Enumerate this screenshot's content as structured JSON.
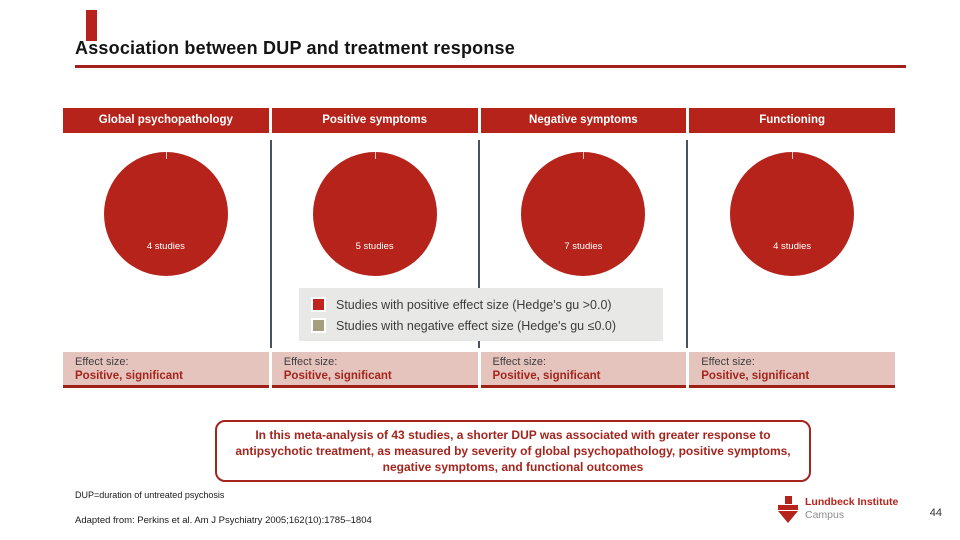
{
  "slide": {
    "title": "Association between DUP and treatment response",
    "page_number": "44"
  },
  "columns": [
    {
      "header": "Global psychopathology",
      "studies": "4 studies",
      "effect_label": "Effect size:",
      "effect_value": "Positive, significant"
    },
    {
      "header": "Positive symptoms",
      "studies": "5 studies",
      "effect_label": "Effect size:",
      "effect_value": "Positive, significant"
    },
    {
      "header": "Negative symptoms",
      "studies": "7 studies",
      "effect_label": "Effect size:",
      "effect_value": "Positive, significant"
    },
    {
      "header": "Functioning",
      "studies": "4 studies",
      "effect_label": "Effect size:",
      "effect_value": "Positive, significant"
    }
  ],
  "legend": {
    "items": [
      {
        "label": "Studies with positive effect size (Hedge's gu >0.0)",
        "color": "#c0251d"
      },
      {
        "label": "Studies with negative effect size (Hedge's gu ≤0.0)",
        "color": "#a49e80"
      }
    ]
  },
  "summary": "In this meta-analysis of 43 studies, a shorter DUP was associated with greater response to antipsychotic treatment, as measured by severity of global psychopathology, positive symptoms, negative symptoms, and functional outcomes",
  "footnotes": {
    "abbreviation": "DUP=duration of untreated psychosis",
    "reference": "Adapted from: Perkins et al. Am J Psychiatry 2005;162(10):1785–1804"
  },
  "logo": {
    "line1": "Lundbeck Institute",
    "line2": "Campus"
  },
  "colors": {
    "primary_red": "#b5231b",
    "dark_red_text": "#a3251e",
    "underline_red": "#a31f1a",
    "divider_slate": "#45545f",
    "legend_background": "#e8e8e6",
    "negative_olive": "#a49e80",
    "effect_box_pink": "#e6c4be",
    "effect_box_border": "#a02119"
  },
  "chart_data": {
    "type": "pie",
    "title": "Association between DUP and treatment response",
    "legend_position": "center-below-pies",
    "legend": [
      "Studies with positive effect size (Hedge's gu >0.0)",
      "Studies with negative effect size (Hedge's gu ≤0.0)"
    ],
    "charts": [
      {
        "category": "Global psychopathology",
        "n_studies": 4,
        "positive_effect_pct": 100,
        "negative_effect_pct": 0,
        "effect_size": "Positive, significant"
      },
      {
        "category": "Positive symptoms",
        "n_studies": 5,
        "positive_effect_pct": 100,
        "negative_effect_pct": 0,
        "effect_size": "Positive, significant"
      },
      {
        "category": "Negative symptoms",
        "n_studies": 7,
        "positive_effect_pct": 100,
        "negative_effect_pct": 0,
        "effect_size": "Positive, significant"
      },
      {
        "category": "Functioning",
        "n_studies": 4,
        "positive_effect_pct": 100,
        "negative_effect_pct": 0,
        "effect_size": "Positive, significant"
      }
    ]
  }
}
